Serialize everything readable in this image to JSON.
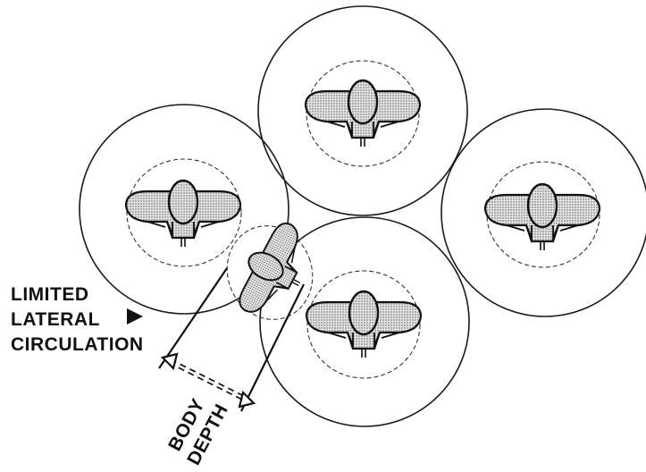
{
  "labels": {
    "limited_lateral_line1": "LIMITED",
    "limited_lateral_line2": "LATERAL",
    "limited_lateral_line3": "CIRCULATION",
    "body_depth_line1": "BODY",
    "body_depth_line2": "DEPTH"
  },
  "colors": {
    "stroke": "#111111",
    "body_fill": "#c9c9c9"
  }
}
